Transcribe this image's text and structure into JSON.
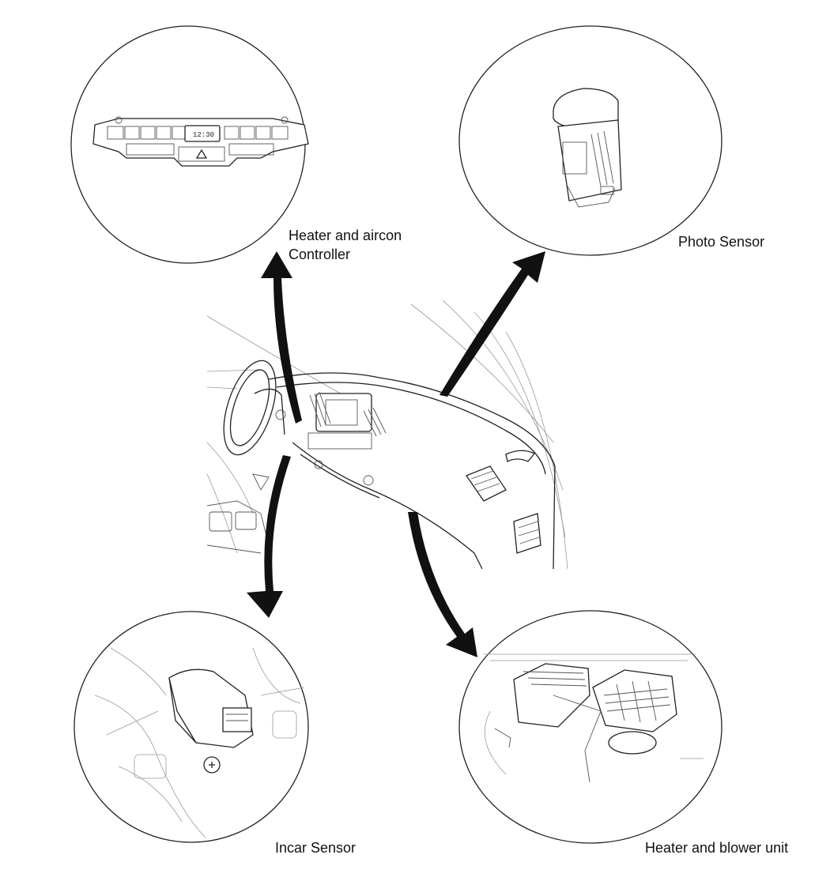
{
  "components": {
    "controller": {
      "line1": "Heater and aircon",
      "line2": "Controller",
      "display_time": "12:30"
    },
    "photo_sensor": {
      "label": "Photo Sensor"
    },
    "incar_sensor": {
      "label": "Incar Sensor"
    },
    "blower_unit": {
      "label": "Heater and blower unit"
    }
  }
}
